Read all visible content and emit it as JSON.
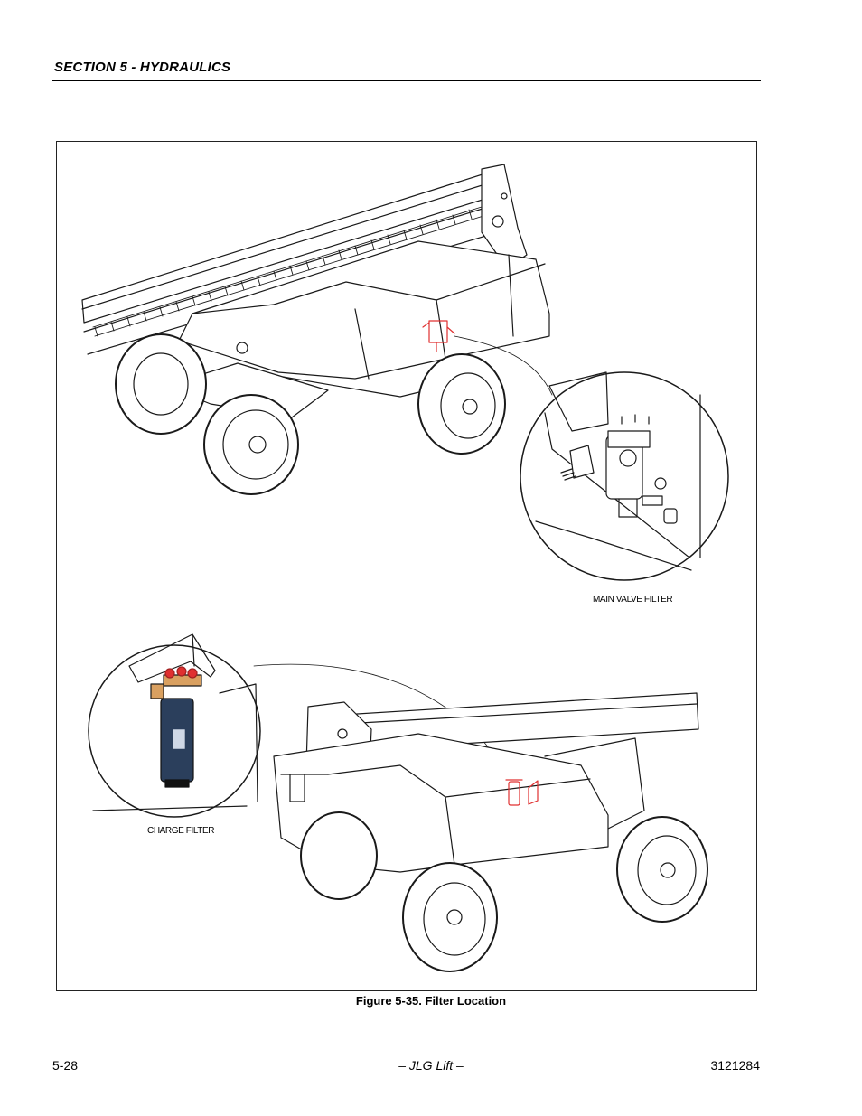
{
  "header": {
    "section_title": "SECTION 5 - HYDRAULICS"
  },
  "figure": {
    "caption": "Figure 5-35.  Filter Location",
    "callouts": {
      "main_valve_filter": "MAIN VALVE FILTER",
      "charge_filter": "CHARGE FILTER"
    },
    "colors": {
      "line": "#1a1a1a",
      "highlight": "#e03030",
      "filter_body": "#2b3f5c",
      "fitting": "#d9a060"
    }
  },
  "footer": {
    "page_number": "5-28",
    "publisher": "– JLG Lift –",
    "doc_number": "3121284"
  }
}
